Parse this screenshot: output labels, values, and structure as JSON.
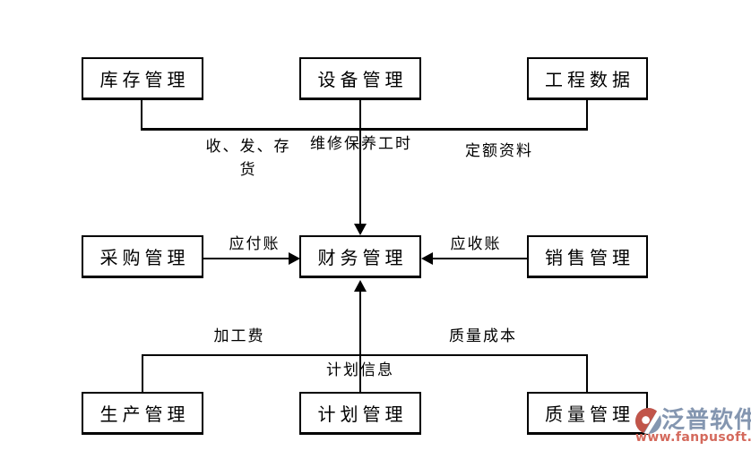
{
  "diagram": {
    "type": "module-relationship-flowchart",
    "center_node": "finance",
    "nodes": {
      "inventory": "库存管理",
      "equipment": "设备管理",
      "engineering": "工程数据",
      "purchasing": "采购管理",
      "finance": "财务管理",
      "sales": "销售管理",
      "production": "生产管理",
      "planning": "计划管理",
      "quality": "质量管理"
    },
    "labels": {
      "inventory_flow_1": "收、发、存",
      "inventory_flow_2": "货",
      "maintenance": "维修保养工时",
      "quota": "定额资料",
      "payable": "应付账",
      "receivable": "应收账",
      "processing": "加工费",
      "quality_cost": "质量成本",
      "plan_info": "计划信息"
    },
    "edges": [
      {
        "from": "inventory",
        "to": "finance",
        "label": "收、发、存货"
      },
      {
        "from": "equipment",
        "to": "finance",
        "label": "维修保养工时"
      },
      {
        "from": "engineering",
        "to": "finance",
        "label": "定额资料"
      },
      {
        "from": "purchasing",
        "to": "finance",
        "label": "应付账"
      },
      {
        "from": "sales",
        "to": "finance",
        "label": "应收账"
      },
      {
        "from": "production",
        "to": "finance",
        "label": "加工费"
      },
      {
        "from": "planning",
        "to": "finance",
        "label": "计划信息"
      },
      {
        "from": "quality",
        "to": "finance",
        "label": "质量成本"
      }
    ]
  },
  "watermark": {
    "brand": "泛普软件",
    "url": "www.fanpusoft.com",
    "brand_color": "#8496b0",
    "url_color": "#d4695c",
    "icon_red": "#c1554a",
    "icon_blue": "#8496b0"
  },
  "colors": {
    "line": "#000000",
    "background": "#ffffff"
  }
}
